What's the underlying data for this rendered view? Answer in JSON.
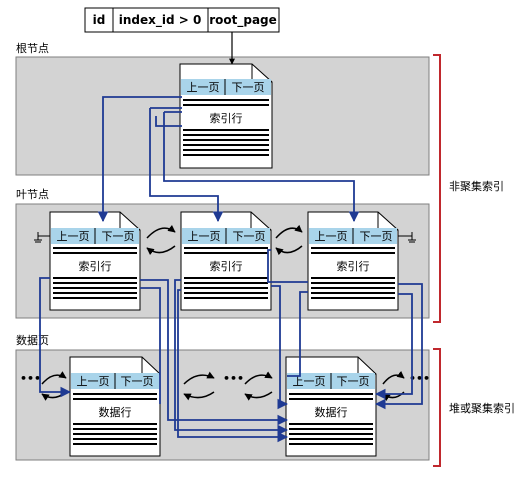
{
  "table": {
    "col1": "id",
    "col2": "index_id > 0",
    "col3": "root_page"
  },
  "section": {
    "root": "根节点",
    "leaf": "叶节点",
    "data": "数据页"
  },
  "page_labels": {
    "prev": "上一页",
    "next": "下一页",
    "index_row": "索引行",
    "data_row": "数据行"
  },
  "brackets": {
    "nonclustered": "非聚集索引",
    "heap": "堆或聚集索引"
  },
  "ellipsis": "•••",
  "colors": {
    "band": "#d3d3d3",
    "page_header": "#a9d4ea",
    "arrow": "#1f3a93",
    "bracket": "#c0282d"
  }
}
